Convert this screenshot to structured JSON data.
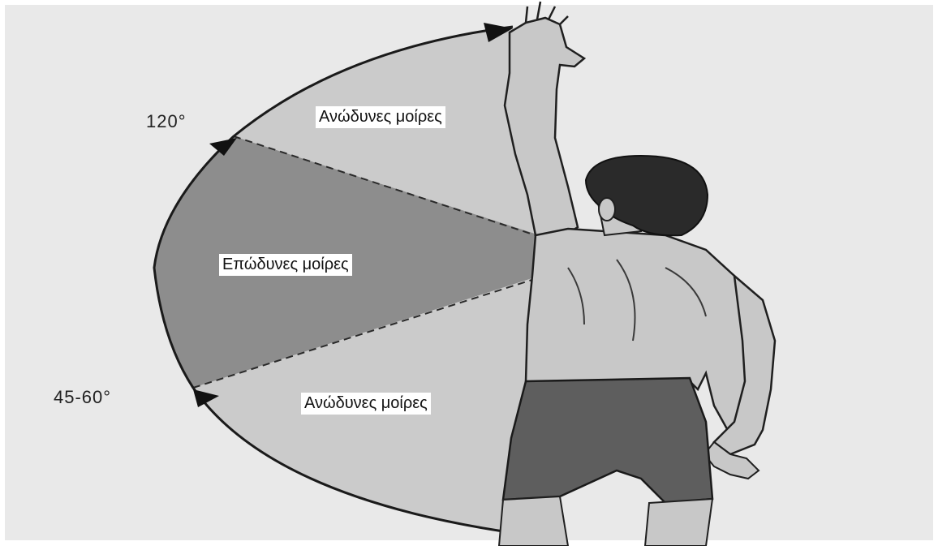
{
  "figure": {
    "angle_top": "120°",
    "angle_bottom": "45-60°",
    "zone_upper": "Ανώδυνες μοίρες",
    "zone_middle": "Επώδυνες μοίρες",
    "zone_lower": "Ανώδυνες μοίρες"
  },
  "colors": {
    "background": "#e9e9e9",
    "painless_sector": "#cbcbcb",
    "painful_sector": "#8d8d8d",
    "arc_line": "#1a1a1a",
    "skin": "#c8c8c8",
    "shorts": "#5e5e5e",
    "hair": "#2a2a2a"
  },
  "icons": [
    "arrow-upper-icon",
    "arrow-middle-icon",
    "arrow-lower-icon"
  ]
}
